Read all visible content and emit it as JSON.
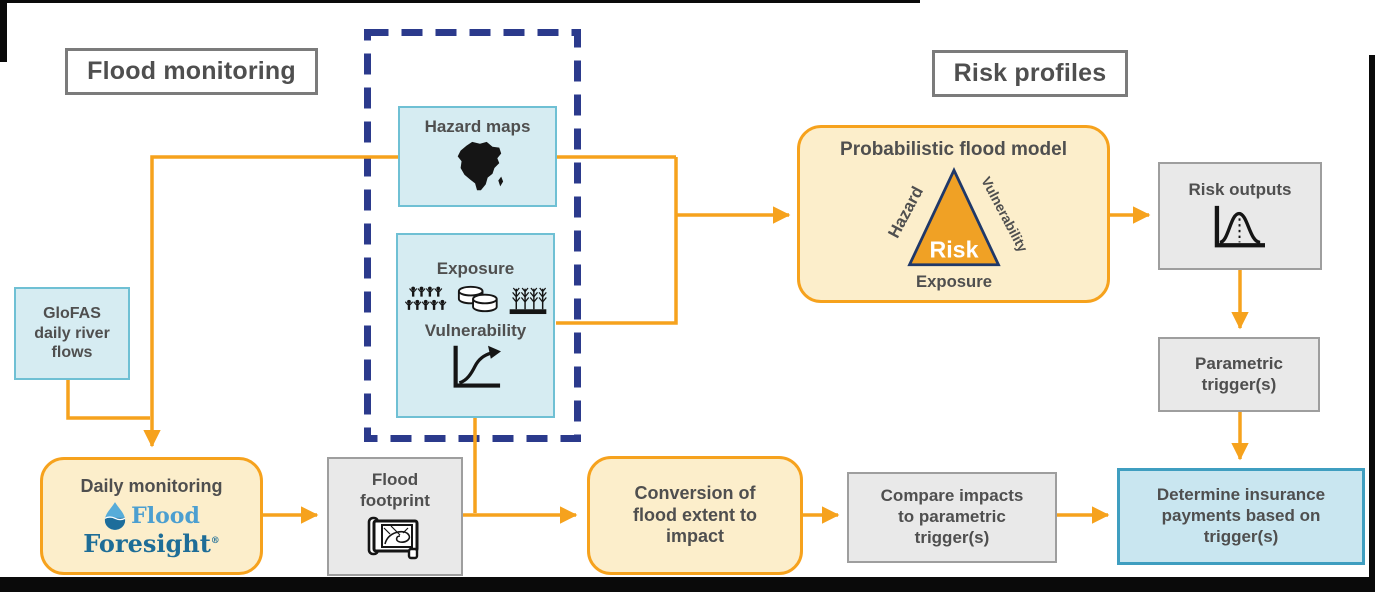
{
  "colors": {
    "arrow_orange": "#F6A21D",
    "process_fill": "#FCEECB",
    "process_border": "#F6A21D",
    "data_fill": "#D6ECF2",
    "data_border": "#6FC0D4",
    "gray_fill": "#E9E9E9",
    "gray_border": "#9E9E9E",
    "dashed_frame_navy": "#2B3A8C",
    "final_fill": "#C9E6F0",
    "final_border": "#3F9EC0",
    "triangle_fill": "#F0A125",
    "triangle_border": "#1F3869",
    "text_gray": "#4F4F4F",
    "brand_light_blue": "#4C9FD0",
    "brand_dark_blue": "#1E6D97"
  },
  "section_labels": {
    "flood_monitoring": "Flood monitoring",
    "risk_profiles": "Risk profiles"
  },
  "nodes": {
    "hazard_maps": {
      "label": "Hazard maps",
      "icon": "africa-map-icon"
    },
    "exposure": {
      "label": "Exposure",
      "icons": [
        "people-crowd-icon",
        "coins-icon",
        "crops-icon"
      ]
    },
    "vulnerability": {
      "label": "Vulnerability",
      "icon": "damage-curve-icon"
    },
    "glofas": {
      "label": "GloFAS\ndaily river\nflows"
    },
    "daily_monitoring": {
      "label": "Daily monitoring",
      "brand_word1": "Flood",
      "brand_word2": "Foresight",
      "brand_mark": "®"
    },
    "flood_footprint": {
      "label": "Flood\nfootprint",
      "icon": "flood-map-scroll-icon"
    },
    "conversion": {
      "label": "Conversion of\nflood extent to\nimpact"
    },
    "compare_impacts": {
      "label": "Compare impacts\nto parametric\ntrigger(s)"
    },
    "probabilistic_model": {
      "label": "Probabilistic flood model",
      "triangle": {
        "center": "Risk",
        "left_edge": "Hazard",
        "right_edge": "Vulnerability",
        "base": "Exposure"
      }
    },
    "risk_outputs": {
      "label": "Risk outputs",
      "icon": "distribution-curve-icon"
    },
    "parametric_trigger": {
      "label": "Parametric\ntrigger(s)"
    },
    "determine_payments": {
      "label": "Determine insurance\npayments based on\ntrigger(s)"
    }
  }
}
